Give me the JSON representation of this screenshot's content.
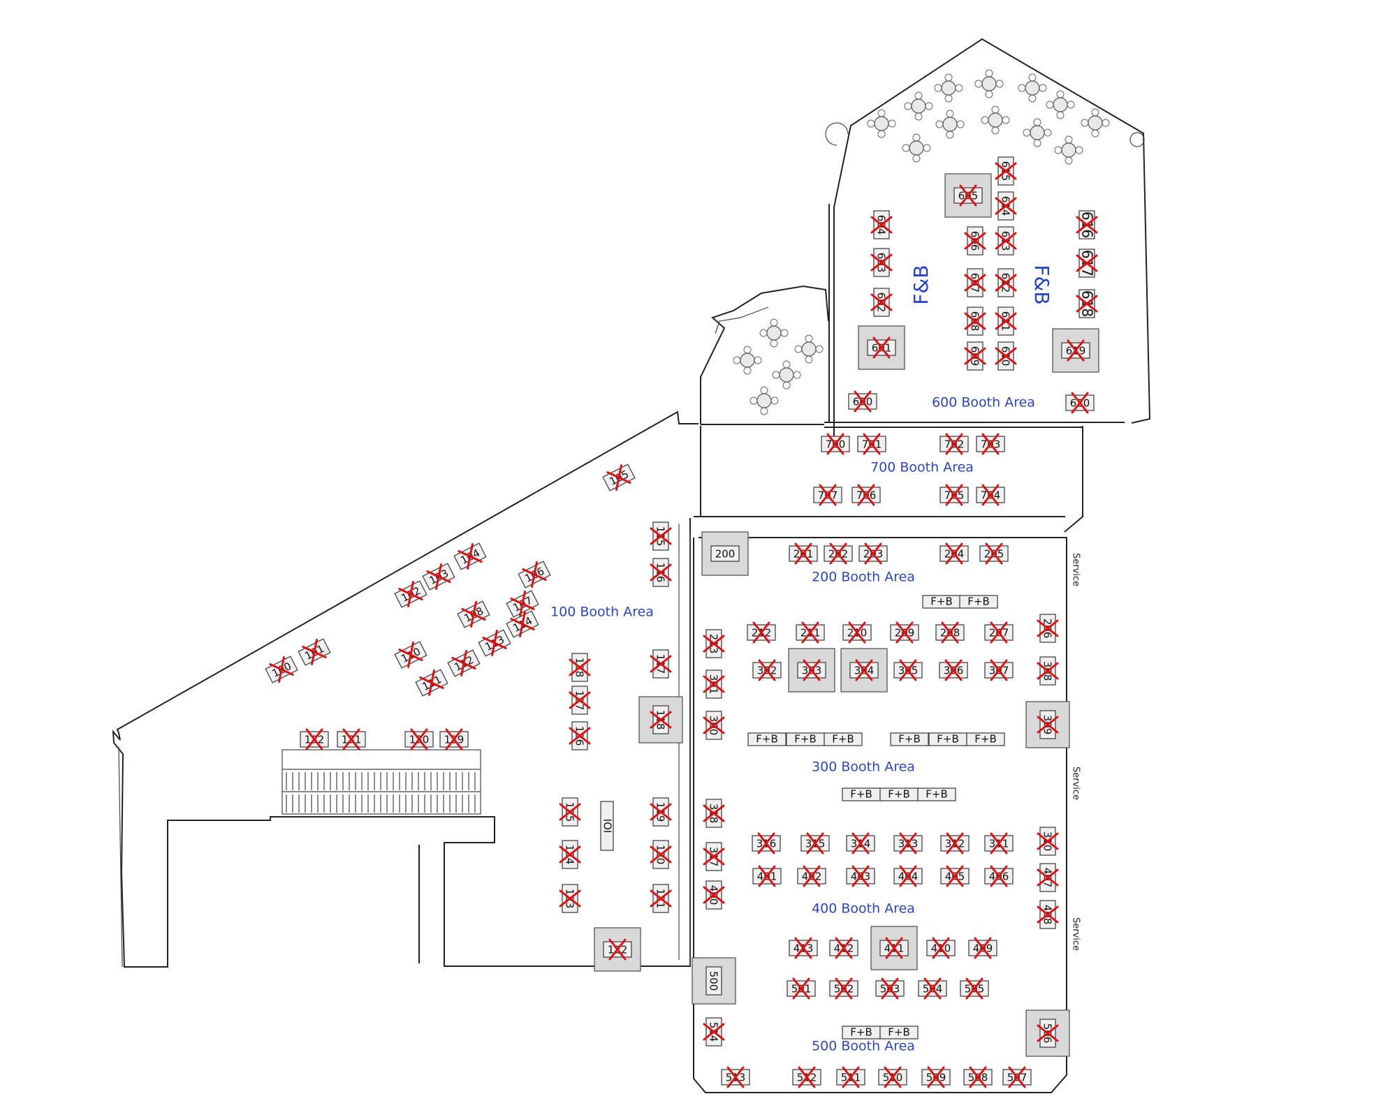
{
  "areas": [
    {
      "id": "100",
      "label": "100 Booth Area"
    },
    {
      "id": "200",
      "label": "200 Booth Area"
    },
    {
      "id": "300",
      "label": "300 Booth Area"
    },
    {
      "id": "400",
      "label": "400 Booth Area"
    },
    {
      "id": "500",
      "label": "500 Booth Area"
    },
    {
      "id": "600",
      "label": "600 Booth Area"
    },
    {
      "id": "700",
      "label": "700 Booth Area"
    }
  ],
  "service_labels": [
    "Service",
    "Service",
    "Service"
  ],
  "fb_label": "F+B",
  "fb_vertical_label": "F&B",
  "side_label": "IOI",
  "booths": [
    {
      "n": "100",
      "x": "1"
    },
    {
      "n": "101",
      "x": "1"
    },
    {
      "n": "102",
      "x": "1"
    },
    {
      "n": "103",
      "x": "1"
    },
    {
      "n": "104",
      "x": "1"
    },
    {
      "n": "105",
      "x": "1"
    },
    {
      "n": "106",
      "x": "1"
    },
    {
      "n": "107",
      "x": "1"
    },
    {
      "n": "108",
      "x": "1"
    },
    {
      "n": "110",
      "x": "1"
    },
    {
      "n": "111",
      "x": "1"
    },
    {
      "n": "112",
      "x": "1"
    },
    {
      "n": "113",
      "x": "1"
    },
    {
      "n": "114",
      "x": "1"
    },
    {
      "n": "115",
      "x": "1"
    },
    {
      "n": "116",
      "x": "1"
    },
    {
      "n": "117",
      "x": "1"
    },
    {
      "n": "118",
      "x": "1"
    },
    {
      "n": "119",
      "x": "1"
    },
    {
      "n": "120",
      "x": "1"
    },
    {
      "n": "121",
      "x": "1"
    },
    {
      "n": "122",
      "x": "1"
    },
    {
      "n": "123",
      "x": "1"
    },
    {
      "n": "124",
      "x": "1"
    },
    {
      "n": "125",
      "x": "1"
    },
    {
      "n": "126",
      "x": "1"
    },
    {
      "n": "127",
      "x": "1"
    },
    {
      "n": "128",
      "x": "1"
    },
    {
      "n": "129",
      "x": "1"
    },
    {
      "n": "130",
      "x": "1"
    },
    {
      "n": "131",
      "x": "1"
    },
    {
      "n": "132",
      "x": "1"
    },
    {
      "n": "200",
      "x": "0"
    },
    {
      "n": "201",
      "x": "1"
    },
    {
      "n": "202",
      "x": "1"
    },
    {
      "n": "203",
      "x": "1"
    },
    {
      "n": "204",
      "x": "1"
    },
    {
      "n": "205",
      "x": "1"
    },
    {
      "n": "206",
      "x": "1"
    },
    {
      "n": "207",
      "x": "1"
    },
    {
      "n": "208",
      "x": "1"
    },
    {
      "n": "209",
      "x": "1"
    },
    {
      "n": "210",
      "x": "1"
    },
    {
      "n": "211",
      "x": "1"
    },
    {
      "n": "212",
      "x": "1"
    },
    {
      "n": "213",
      "x": "1"
    },
    {
      "n": "300",
      "x": "1"
    },
    {
      "n": "301",
      "x": "1"
    },
    {
      "n": "302",
      "x": "1"
    },
    {
      "n": "303",
      "x": "1"
    },
    {
      "n": "304",
      "x": "1"
    },
    {
      "n": "305",
      "x": "1"
    },
    {
      "n": "306",
      "x": "1"
    },
    {
      "n": "307",
      "x": "1"
    },
    {
      "n": "308",
      "x": "1"
    },
    {
      "n": "309",
      "x": "1"
    },
    {
      "n": "310",
      "x": "1"
    },
    {
      "n": "311",
      "x": "1"
    },
    {
      "n": "312",
      "x": "1"
    },
    {
      "n": "313",
      "x": "1"
    },
    {
      "n": "314",
      "x": "1"
    },
    {
      "n": "315",
      "x": "1"
    },
    {
      "n": "316",
      "x": "1"
    },
    {
      "n": "317",
      "x": "1"
    },
    {
      "n": "318",
      "x": "1"
    },
    {
      "n": "400",
      "x": "1"
    },
    {
      "n": "401",
      "x": "1"
    },
    {
      "n": "402",
      "x": "1"
    },
    {
      "n": "403",
      "x": "1"
    },
    {
      "n": "404",
      "x": "1"
    },
    {
      "n": "405",
      "x": "1"
    },
    {
      "n": "406",
      "x": "1"
    },
    {
      "n": "407",
      "x": "1"
    },
    {
      "n": "408",
      "x": "1"
    },
    {
      "n": "409",
      "x": "1"
    },
    {
      "n": "410",
      "x": "1"
    },
    {
      "n": "411",
      "x": "1"
    },
    {
      "n": "412",
      "x": "1"
    },
    {
      "n": "413",
      "x": "1"
    },
    {
      "n": "500",
      "x": "0"
    },
    {
      "n": "501",
      "x": "1"
    },
    {
      "n": "502",
      "x": "1"
    },
    {
      "n": "503",
      "x": "1"
    },
    {
      "n": "504",
      "x": "1"
    },
    {
      "n": "505",
      "x": "1"
    },
    {
      "n": "506",
      "x": "1"
    },
    {
      "n": "507",
      "x": "1"
    },
    {
      "n": "508",
      "x": "1"
    },
    {
      "n": "509",
      "x": "1"
    },
    {
      "n": "510",
      "x": "1"
    },
    {
      "n": "511",
      "x": "1"
    },
    {
      "n": "512",
      "x": "1"
    },
    {
      "n": "513",
      "x": "1"
    },
    {
      "n": "514",
      "x": "1"
    },
    {
      "n": "600",
      "x": "1"
    },
    {
      "n": "601",
      "x": "1"
    },
    {
      "n": "602",
      "x": "1"
    },
    {
      "n": "603",
      "x": "1"
    },
    {
      "n": "604",
      "x": "1"
    },
    {
      "n": "605",
      "x": "1"
    },
    {
      "n": "606",
      "x": "1"
    },
    {
      "n": "607",
      "x": "1"
    },
    {
      "n": "608",
      "x": "1"
    },
    {
      "n": "609",
      "x": "1"
    },
    {
      "n": "610",
      "x": "1"
    },
    {
      "n": "611",
      "x": "1"
    },
    {
      "n": "612",
      "x": "1"
    },
    {
      "n": "613",
      "x": "1"
    },
    {
      "n": "614",
      "x": "1"
    },
    {
      "n": "615",
      "x": "1"
    },
    {
      "n": "616",
      "x": "1"
    },
    {
      "n": "617",
      "x": "1"
    },
    {
      "n": "618",
      "x": "1"
    },
    {
      "n": "619",
      "x": "1"
    },
    {
      "n": "620",
      "x": "1"
    },
    {
      "n": "700",
      "x": "1"
    },
    {
      "n": "701",
      "x": "1"
    },
    {
      "n": "702",
      "x": "1"
    },
    {
      "n": "703",
      "x": "1"
    },
    {
      "n": "704",
      "x": "1"
    },
    {
      "n": "705",
      "x": "1"
    },
    {
      "n": "706",
      "x": "1"
    },
    {
      "n": "707",
      "x": "1"
    }
  ],
  "colors": {
    "area_label": "#2a45c8",
    "taken_mark": "#e01010",
    "booth_fill": "#f0f0f0",
    "large_booth_fill": "#d9d9d9"
  }
}
